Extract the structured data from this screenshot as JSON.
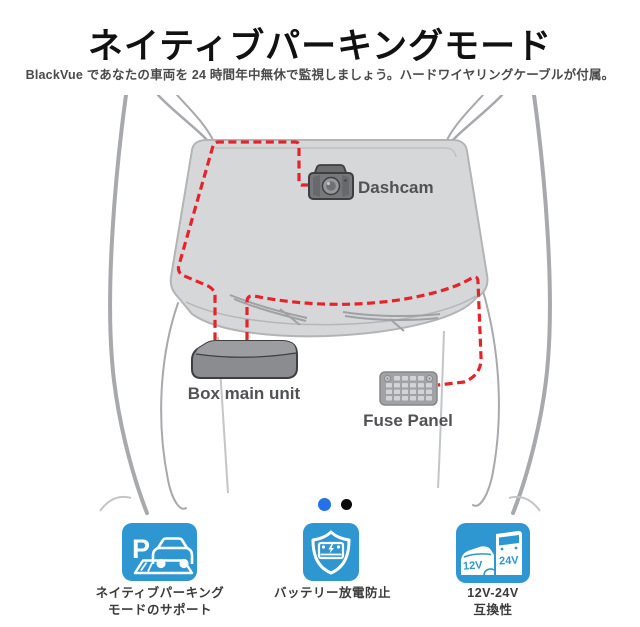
{
  "header": {
    "title": "ネイティブパーキングモード",
    "subtitle": "BlackVue であなたの車両を 24 時間年中無休で監視しましょう。ハードワイヤリングケーブルが付属。"
  },
  "diagram": {
    "dashcam_label": "Dashcam",
    "box_label": "Box main unit",
    "fuse_label": "Fuse Panel",
    "cable_color": "#e7222b",
    "car_line_color": "#a7a9ac",
    "windshield_fill": "#d6d7d8"
  },
  "pagination": {
    "active_color": "#2471e8",
    "inactive_color": "#0a0a0a"
  },
  "features": {
    "parking": {
      "icon": "parking-car-icon",
      "p_letter": "P",
      "line1": "ネイティブパーキング",
      "line2": "モードのサポート"
    },
    "battery": {
      "icon": "battery-shield-icon",
      "line1": "バッテリー放電防止"
    },
    "voltage": {
      "icon": "voltage-vehicles-icon",
      "car_label": "12V",
      "truck_label": "24V",
      "line1": "12V-24V",
      "line2": "互換性"
    }
  },
  "accent_blue": "#2e97d2"
}
